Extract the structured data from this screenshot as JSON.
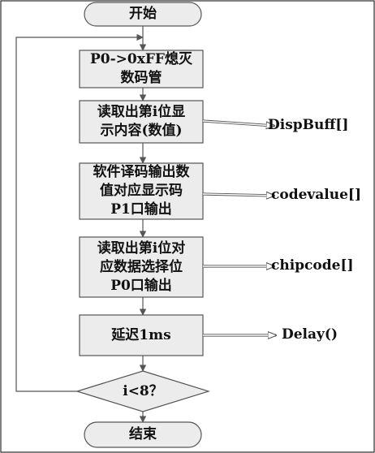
{
  "flowchart": {
    "start": "开始",
    "end": "结束",
    "steps": [
      {
        "lines": [
          "P0->0xFF熄灭",
          "数码管"
        ]
      },
      {
        "lines": [
          "读取出第i位显",
          "示内容(数值)"
        ],
        "output": "DispBuff[]"
      },
      {
        "lines": [
          "软件译码输出数",
          "值对应显示码",
          "P1口输出"
        ],
        "output": "codevalue[]"
      },
      {
        "lines": [
          "读取出第i位对",
          "应数据选择位",
          "P0口输出"
        ],
        "output": "chipcode[]"
      },
      {
        "lines": [
          "延迟1ms"
        ],
        "output": "Delay()"
      }
    ],
    "decision": "i<8？"
  },
  "colors": {
    "box_fill": "#ececec",
    "stroke": "#555555",
    "page_border": "#000000"
  }
}
